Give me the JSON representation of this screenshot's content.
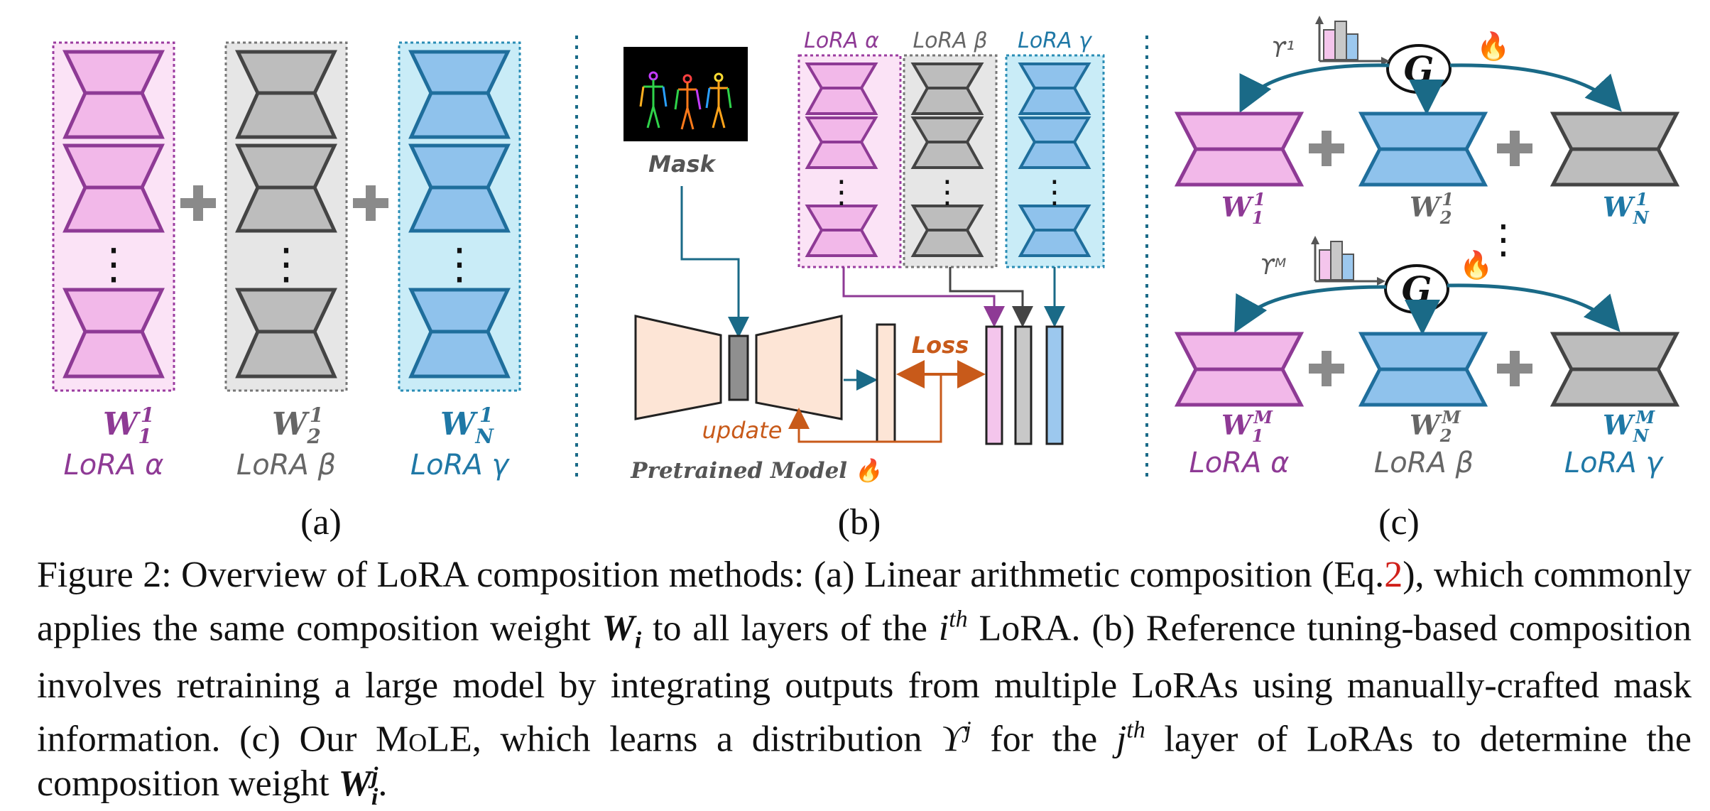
{
  "panel_a": {
    "weights": [
      {
        "w": "W",
        "sub": "1",
        "sup": "1",
        "lora": "LoRA α",
        "color": "#8e3a95"
      },
      {
        "w": "W",
        "sub": "2",
        "sup": "1",
        "lora": "LoRA β",
        "color": "#666666"
      },
      {
        "w": "W",
        "sub": "N",
        "sup": "1",
        "lora": "LoRA γ",
        "color": "#1f78a6"
      }
    ],
    "plus": "+",
    "dots": "⋮",
    "letter": "(a)"
  },
  "panel_b": {
    "mask_label": "Mask",
    "lora_titles": [
      "LoRA α",
      "LoRA β",
      "LoRA γ"
    ],
    "loss_label": "Loss",
    "update_label": "update",
    "model_label": "Pretrained Model",
    "fire_icon": "🔥",
    "letter": "(b)"
  },
  "panel_c": {
    "gate_label": "G",
    "upsilon_top": "ϒ¹",
    "upsilon_bottom": "ϒᴹ",
    "fire_icon": "🔥",
    "top_weights": [
      {
        "w": "W",
        "sub": "1",
        "sup": "1",
        "color": "#8e3a95"
      },
      {
        "w": "W",
        "sub": "2",
        "sup": "1",
        "color": "#666666"
      },
      {
        "w": "W",
        "sub": "N",
        "sup": "1",
        "color": "#1f78a6"
      }
    ],
    "bottom_weights": [
      {
        "w": "W",
        "sub": "1",
        "sup": "M",
        "color": "#8e3a95"
      },
      {
        "w": "W",
        "sub": "2",
        "sup": "M",
        "color": "#666666"
      },
      {
        "w": "W",
        "sub": "N",
        "sup": "M",
        "color": "#1f78a6"
      }
    ],
    "loras": [
      "LoRA α",
      "LoRA β",
      "LoRA γ"
    ],
    "dots": "⋮",
    "letter": "(c)"
  },
  "caption": {
    "p1": "Figure 2: Overview of LoRA composition methods: (a) Linear arithmetic composition (Eq.",
    "eq_ref": "2",
    "p2": "), which commonly applies the same composition weight ",
    "w_i": "W",
    "w_i_sub": "i",
    "p3": " to all layers of the ",
    "i_th": "i",
    "i_th_sup": "th",
    "p4": " LoRA. (b) Reference tuning-based composition involves retraining a large model by integrating outputs from multiple LoRAs using manually-crafted mask information. (c) Our ",
    "mole": "MoLE",
    "p5": ", which learns a distribution ",
    "upsilon": "ϒ",
    "upsilon_sup": "j",
    "p6": " for the ",
    "j_th": "j",
    "j_th_sup": "th",
    "p7": " layer of LoRAs to determine the composition weight ",
    "w_ij": "W",
    "w_ij_sub": "i",
    "w_ij_sup": "j",
    "p8": "."
  }
}
